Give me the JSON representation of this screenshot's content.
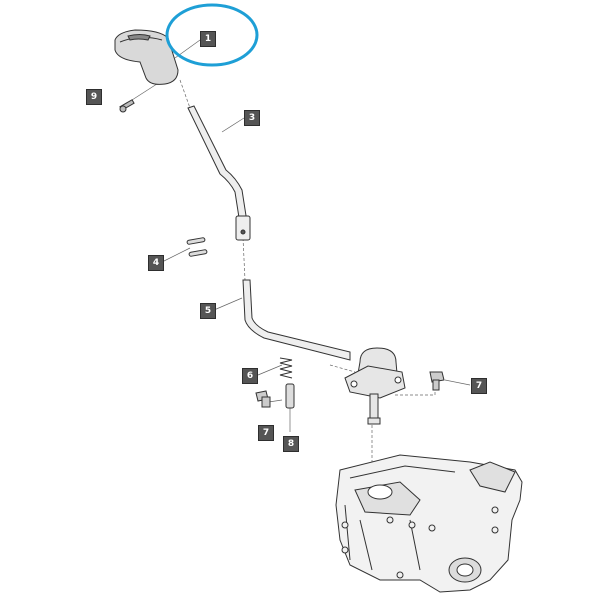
{
  "diagram": {
    "callouts": [
      {
        "id": "callout-1",
        "label": "1"
      },
      {
        "id": "callout-3",
        "label": "3"
      },
      {
        "id": "callout-4",
        "label": "4"
      },
      {
        "id": "callout-5",
        "label": "5"
      },
      {
        "id": "callout-6",
        "label": "6"
      },
      {
        "id": "callout-7a",
        "label": "7"
      },
      {
        "id": "callout-7b",
        "label": "7"
      },
      {
        "id": "callout-8",
        "label": "8"
      },
      {
        "id": "callout-9",
        "label": "9"
      }
    ],
    "highlight_color": "#1e9fd6",
    "line_color": "#444444",
    "callout_color": "#555555"
  }
}
